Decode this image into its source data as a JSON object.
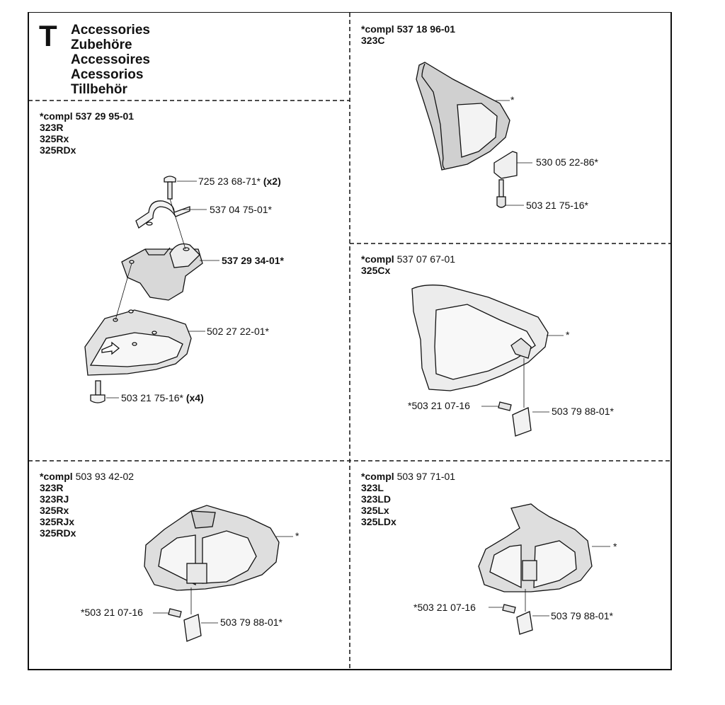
{
  "section_letter": "T",
  "titles": [
    "Accessories",
    "Zubehöre",
    "Accessoires",
    "Acessorios",
    "Tillbehör"
  ],
  "panels": {
    "left_top": {
      "compl_prefix": "*compl",
      "compl_number": "537 29 95-01",
      "models": [
        "323R",
        "325Rx",
        "325RDx"
      ],
      "parts": {
        "screw_top": "725 23 68-71*",
        "screw_top_qty": "(x2)",
        "clamp": "537 04 75-01*",
        "bracket": "537 29 34-01*",
        "guard": "502 27 22-01*",
        "screw_bottom": "503 21 75-16*",
        "screw_bottom_qty": "(x4)"
      }
    },
    "right_top": {
      "compl_prefix": "*compl",
      "compl_number": "537 18 96-01",
      "models": [
        "323C"
      ],
      "parts": {
        "guard": "*",
        "plate": "530 05 22-86*",
        "screw": "503 21 75-16*"
      }
    },
    "right_mid": {
      "compl_prefix": "*compl",
      "compl_number": "537 07 67-01",
      "models": [
        "325Cx"
      ],
      "parts": {
        "guard": "*",
        "screw": "*503 21 07-16",
        "plate": "503 79 88-01*"
      }
    },
    "left_bottom": {
      "compl_prefix": "*compl",
      "compl_number": "503 93 42-02",
      "models": [
        "323R",
        "323RJ",
        "325Rx",
        "325RJx",
        "325RDx"
      ],
      "parts": {
        "guard": "*",
        "screw": "*503 21 07-16",
        "plate": "503 79 88-01*"
      }
    },
    "right_bottom": {
      "compl_prefix": "*compl",
      "compl_number": "503 97 71-01",
      "models": [
        "323L",
        "323LD",
        "325Lx",
        "325LDx"
      ],
      "parts": {
        "guard": "*",
        "screw": "*503 21 07-16",
        "plate": "503 79 88-01*"
      }
    }
  }
}
